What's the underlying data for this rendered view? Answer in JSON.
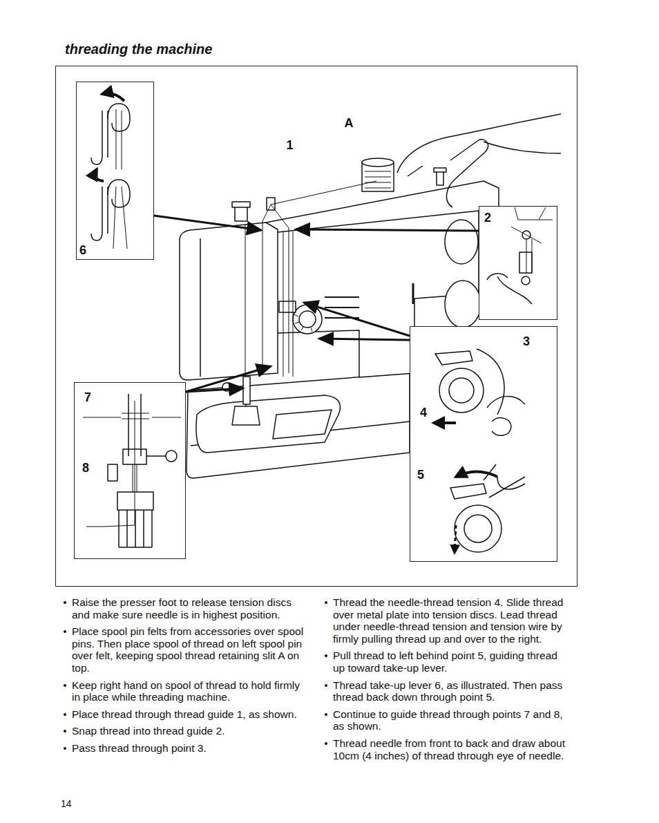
{
  "diagram": {
    "title": "threading the machine",
    "nodes": [
      {
        "text": [
          "A",
          "1"
        ]
      },
      {
        "text": [
          "6"
        ],
        "in": 0
      },
      {
        "text": [
          "2"
        ],
        "in": 0
      },
      {
        "text": [
          "3",
          "4",
          "5"
        ],
        "in": 0
      },
      {
        "text": [
          "7",
          "8"
        ],
        "in": 0
      }
    ],
    "labels": [
      "Raise the presser foot to release tension discs and make sure needle is in highest position.",
      "Place spool pin felts from accessories over spool pins. Then place spool of thread on left spool pin over felt, keeping spool thread retaining slit A on top.",
      "Keep right hand on spool of thread to hold firmly in place while threading machine.",
      "Place thread through thread guide 1, as shown.",
      "Snap thread into thread guide 2.",
      "Pass thread through point 3.",
      "Thread the needle-thread tension 4. Slide thread over metal plate into tension discs. Lead thread under needle-thread tension and tension wire by firmly pulling thread up and over to the right.",
      "Pull thread to left behind point 5, guiding thread up toward take-up lever.",
      "Thread take-up lever 6, as illustrated. Then pass thread back down through point 5.",
      "Continue to guide thread through points 7 and 8, as shown.",
      "Thread needle from front to back and draw about 10cm (4 inches) of thread through eye of needle.",
      "14"
    ]
  }
}
